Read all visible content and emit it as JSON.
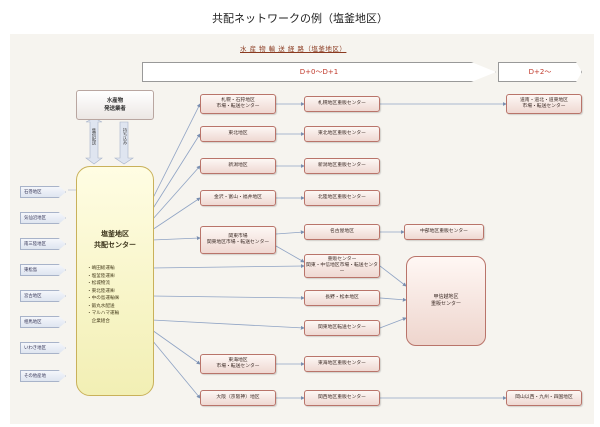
{
  "title": "共配ネットワークの例（塩釜地区）",
  "diagram": {
    "subtitle": "水 産 物 輸 送 経 路（塩釜地区）",
    "timeline": [
      {
        "label": "D+0〜D+1"
      },
      {
        "label": "D+2〜"
      }
    ],
    "shipper": {
      "line1": "水産物",
      "line2": "発送業者"
    },
    "vertical_labels": [
      "集荷配送",
      "持ち込み"
    ],
    "inbound": [
      "石巻地区",
      "気仙沼地区",
      "南三陸地区",
      "東松島",
      "宮古地区",
      "相馬地区",
      "いわき地区",
      "その他産地"
    ],
    "hub": {
      "line1": "塩釜地区",
      "line2": "共配センター",
      "members": [
        "・嶋田総運輸",
        "・塩釜陸運㈱",
        "・松城物流",
        "・東北陸運㈱",
        "・中の島運輸㈱",
        "・鍛丸水配送",
        "・マルハマ運輸",
        "　企業組合"
      ]
    },
    "col1": [
      "札幌・石狩地区\n市場・転送センター",
      "東北地区",
      "新潟地区",
      "金沢・富山・福井地区",
      "関東市場\n関東地区市場・転送センター",
      "東海地区\n市場・転送センター",
      "大阪（京阪神）地区"
    ],
    "col2": [
      "札幌地区重販センター",
      "東北地区重販センター",
      "新潟地区重販センター",
      "北陸地区重販センター",
      "名古屋地区",
      "重販センター\n関東・中信地区市場・転送センター",
      "長野・松本地区",
      "関東地区転送センター",
      "東海地区重販センター",
      "関西地区重販センター"
    ],
    "col3": [
      "中部地区重販センター"
    ],
    "mid_box": {
      "line1": "甲信越地区",
      "line2": "重販センター"
    },
    "far_right": [
      "道南・道北・道東地区\n市場・転送センター",
      "岡山以西・九州・四国地区"
    ]
  }
}
